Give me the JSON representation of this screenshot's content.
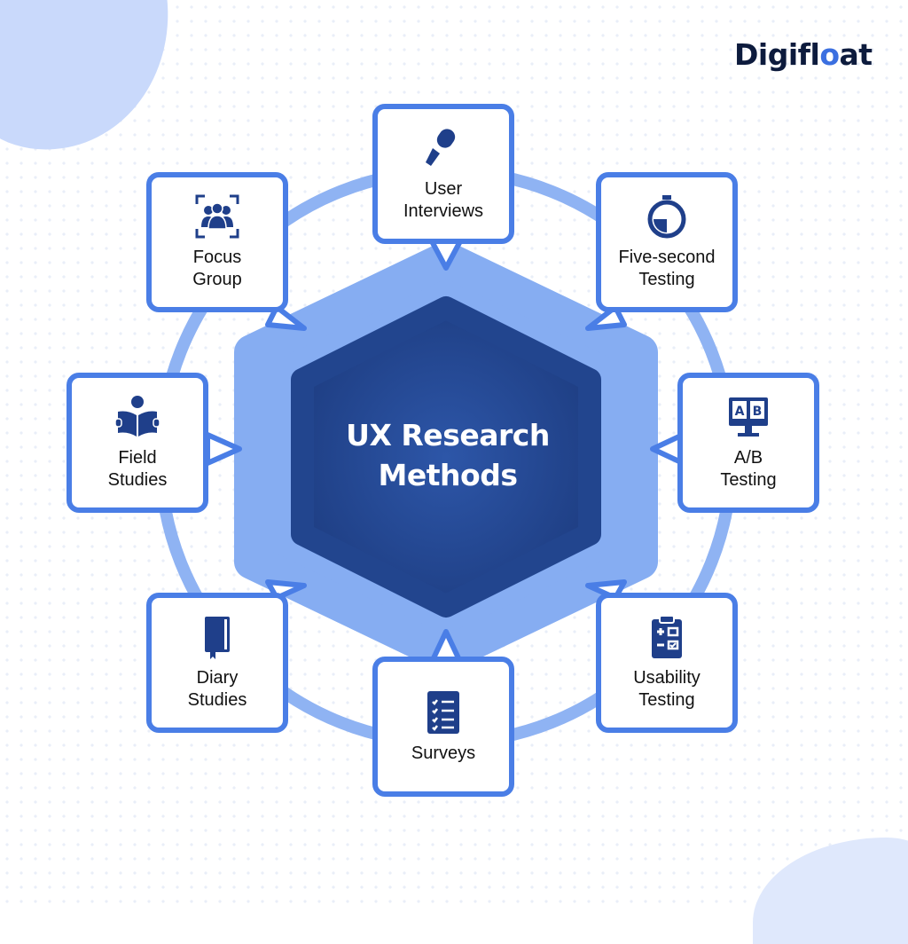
{
  "brand": {
    "logo_text_pre": "Digifl",
    "logo_text_o": "o",
    "logo_text_post": "at"
  },
  "center": {
    "title_line1": "UX Research",
    "title_line2": "Methods"
  },
  "methods": [
    {
      "label": "User\nInterviews",
      "icon": "microphone-icon"
    },
    {
      "label": "Five-second\nTesting",
      "icon": "stopwatch-icon"
    },
    {
      "label": "A/B\nTesting",
      "icon": "ab-monitor-icon"
    },
    {
      "label": "Usability\nTesting",
      "icon": "clipboard-checklist-icon"
    },
    {
      "label": "Surveys",
      "icon": "survey-list-icon"
    },
    {
      "label": "Diary\nStudies",
      "icon": "diary-book-icon"
    },
    {
      "label": "Field\nStudies",
      "icon": "reading-person-icon"
    },
    {
      "label": "Focus\nGroup",
      "icon": "focus-group-icon"
    }
  ],
  "colors": {
    "ring": "#8fb3f3",
    "box_border": "#4a7ee6",
    "hex_outer": "#86adf2",
    "hex_inner": "#22458e",
    "icon": "#1f3f8a"
  }
}
